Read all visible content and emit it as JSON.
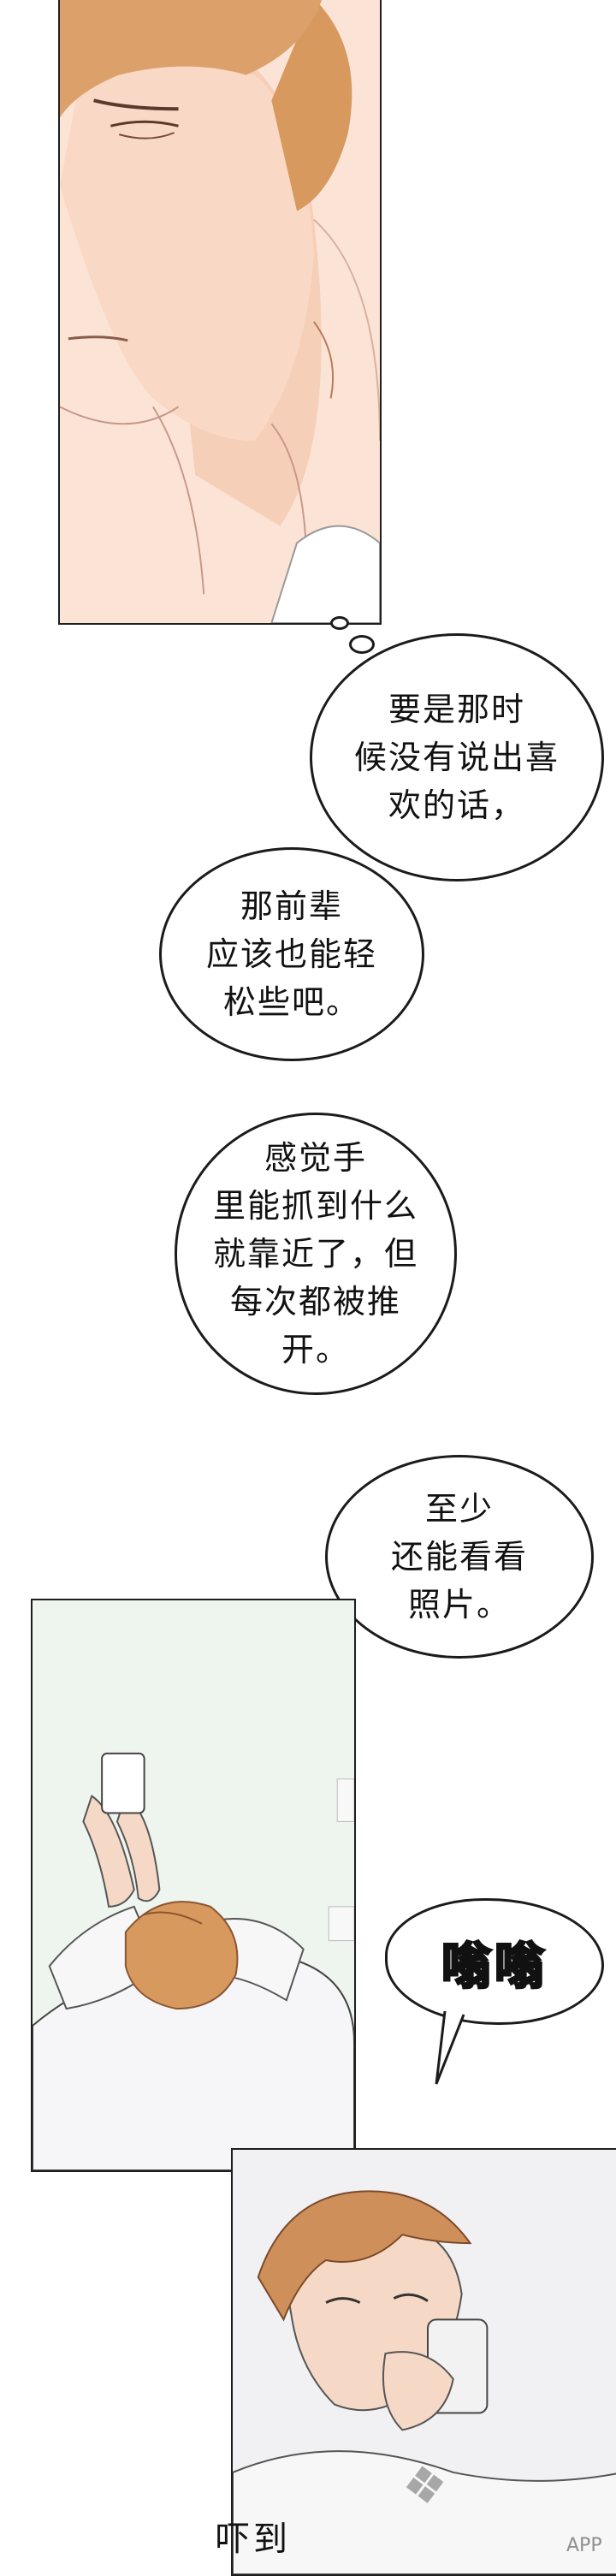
{
  "dialogue": [
    "要是那时\n候没有说出喜\n欢的话，",
    "那前辈\n应该也能轻\n松些吧。",
    "感觉手\n里能抓到什么\n就靠近了，但\n每次都被推\n开。",
    "至少\n还能看看\n照片。"
  ],
  "sfx": {
    "phone_buzz": "嗡嗡"
  },
  "caption": {
    "startled": "吓到"
  },
  "watermark": {
    "text": "APP"
  },
  "colors": {
    "ink": "#1e1e1e",
    "skin": "#f6d8c6",
    "hair": "#d8995f",
    "wall": "#eef4ee"
  }
}
